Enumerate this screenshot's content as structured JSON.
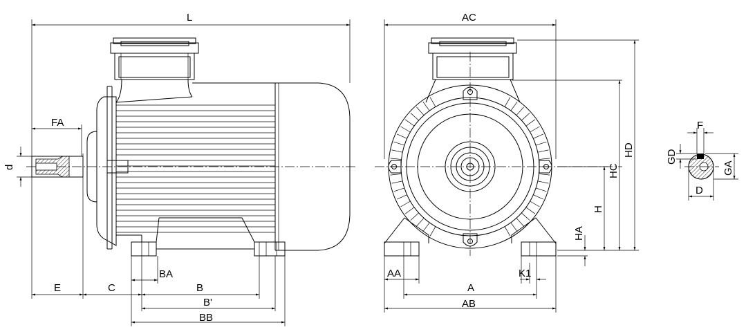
{
  "labels": {
    "L": "L",
    "AC": "AC",
    "FA": "FA",
    "d": "d",
    "E": "E",
    "C": "C",
    "BA": "BA",
    "B": "B",
    "B_prime": "B'",
    "BB": "BB",
    "HC": "HC",
    "HD": "HD",
    "H": "H",
    "HA": "HA",
    "AA": "AA",
    "A": "A",
    "AB": "AB",
    "K1": "K1",
    "F": "F",
    "GD": "GD",
    "GA": "GA",
    "D": "D"
  }
}
